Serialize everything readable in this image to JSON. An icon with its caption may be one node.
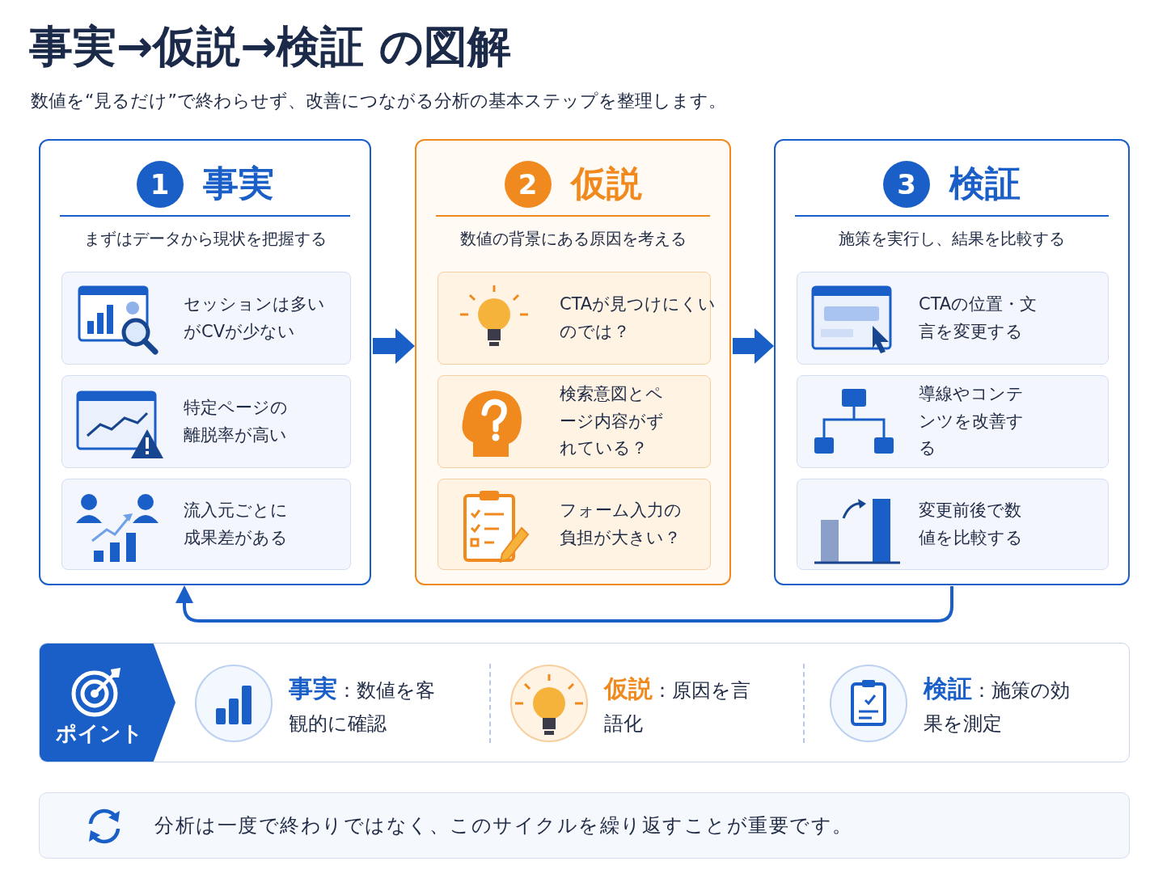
{
  "diagram": {
    "title": "事実→仮説→検証 の図解",
    "nodes": [
      {
        "text": [
          "1",
          "事実",
          "まずはデータから現状を把握する"
        ]
      },
      {
        "text": [
          "セッションは多いがCVが少ない"
        ],
        "in": 0
      },
      {
        "text": [
          "特定ページの離脱率が高い"
        ],
        "in": 0
      },
      {
        "text": [
          "流入元ごとに成果差がある"
        ],
        "in": 0
      },
      {
        "text": [
          "2",
          "仮説",
          "数値の背景にある原因を考える"
        ]
      },
      {
        "text": [
          "CTAが見つけにくいのでは？"
        ],
        "in": 4
      },
      {
        "text": [
          "検索意図とページ内容がずれている？"
        ],
        "in": 4
      },
      {
        "text": [
          "フォーム入力の負担が大きい？"
        ],
        "in": 4
      },
      {
        "text": [
          "3",
          "検証",
          "施策を実行し、結果を比較する"
        ]
      },
      {
        "text": [
          "CTAの位置・文言を変更する"
        ],
        "in": 8
      },
      {
        "text": [
          "導線やコンテンツを改善する"
        ],
        "in": 8
      },
      {
        "text": [
          "変更前後で数値を比較する"
        ],
        "in": 8
      },
      {
        "text": [
          "ポイント"
        ]
      },
      {
        "text": [
          "事実",
          "：数値を客観的に確認"
        ],
        "in": 12
      },
      {
        "text": [
          "仮説",
          "：原因を言語化"
        ],
        "in": 12
      },
      {
        "text": [
          "検証",
          "：施策の効果を測定"
        ],
        "in": 12
      },
      {
        "text": [
          "分析は一度で終わりではなく、このサイクルを繰り返すことが重要です。"
        ]
      }
    ],
    "edges": [
      {
        "from": 0,
        "to": 4,
        "arrow": "to"
      },
      {
        "from": 4,
        "to": 8,
        "arrow": "to"
      },
      {
        "from": 8,
        "to": 0,
        "arrow": "to"
      }
    ],
    "labels": [
      "数値を“見るだけ”で終わらせず、改善につながる分析の基本ステップを整理します。"
    ]
  }
}
